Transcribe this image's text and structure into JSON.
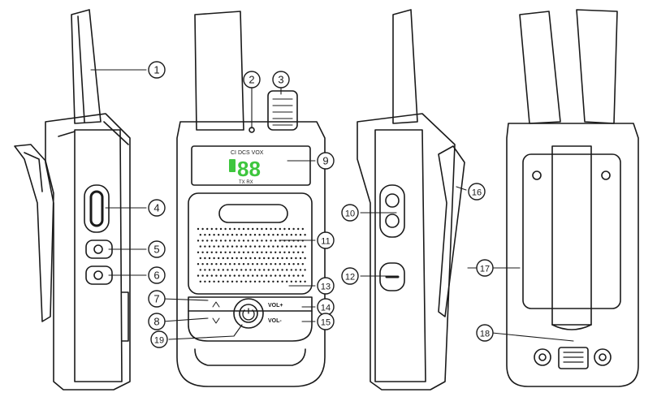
{
  "callouts": [
    {
      "id": "1",
      "label": "1"
    },
    {
      "id": "2",
      "label": "2"
    },
    {
      "id": "3",
      "label": "3"
    },
    {
      "id": "4",
      "label": "4"
    },
    {
      "id": "5",
      "label": "5"
    },
    {
      "id": "6",
      "label": "6"
    },
    {
      "id": "7",
      "label": "7"
    },
    {
      "id": "8",
      "label": "8"
    },
    {
      "id": "9",
      "label": "9"
    },
    {
      "id": "10",
      "label": "10"
    },
    {
      "id": "11",
      "label": "11"
    },
    {
      "id": "12",
      "label": "12"
    },
    {
      "id": "13",
      "label": "13"
    },
    {
      "id": "14",
      "label": "14"
    },
    {
      "id": "15",
      "label": "15"
    },
    {
      "id": "16",
      "label": "16"
    },
    {
      "id": "17",
      "label": "17"
    },
    {
      "id": "18",
      "label": "18"
    },
    {
      "id": "19",
      "label": "19"
    }
  ],
  "display": {
    "top_icons": "CI  DCS  VOX",
    "digits": "88",
    "bottom_icons": "TX  RX",
    "digit_color": "#3ec63e"
  },
  "buttons": {
    "vol_up": "VOL+",
    "vol_down": "VOL-"
  },
  "colors": {
    "line": "#1a1a1a",
    "display_bg": "#ffffff"
  }
}
